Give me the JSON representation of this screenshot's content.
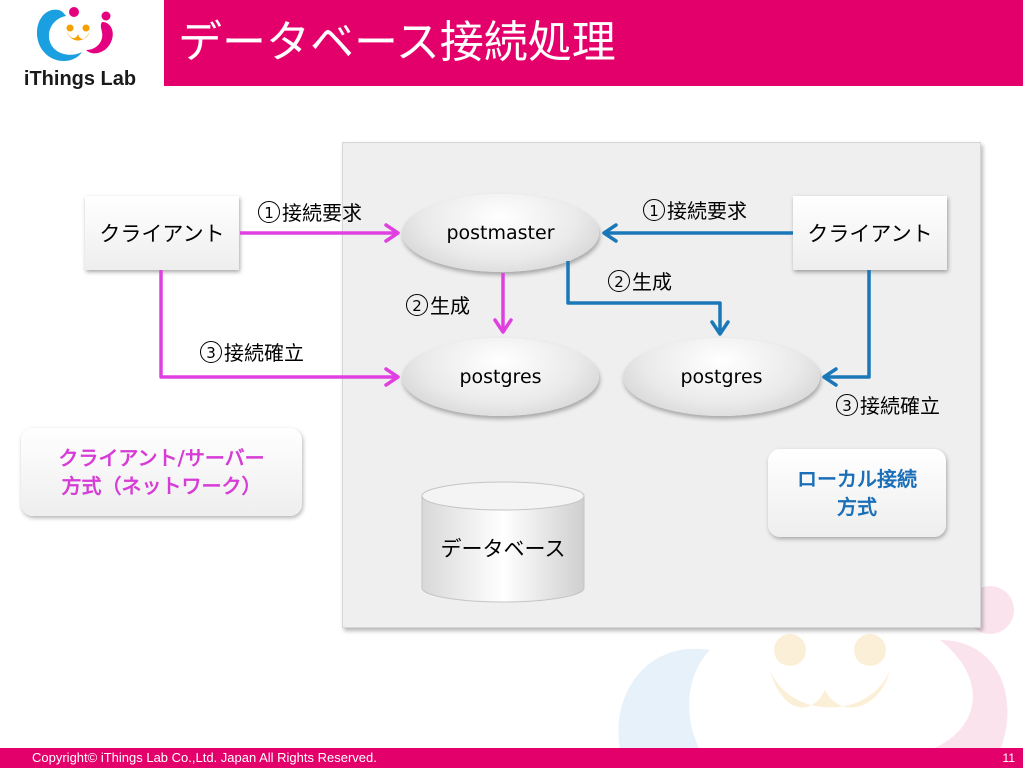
{
  "header": {
    "logo_text": "iThings Lab",
    "title": "データベース接続処理"
  },
  "diagram": {
    "client_left": "クライアント",
    "client_right": "クライアント",
    "postmaster": "postmaster",
    "postgres_left": "postgres",
    "postgres_right": "postgres",
    "database": "データベース",
    "step1_num": "1",
    "step1_text": "接続要求",
    "step2_num": "2",
    "step2_text": "生成",
    "step3_num": "3",
    "step3_text": "接続確立",
    "mode_network_line1": "クライアント/サーバー",
    "mode_network_line2": "方式（ネットワーク）",
    "mode_local_line1": "ローカル接続",
    "mode_local_line2": "方式"
  },
  "footer": {
    "copyright": "Copyright© iThings Lab Co.,Ltd. Japan All Rights Reserved.",
    "page_number": "11"
  },
  "colors": {
    "brand_pink": "#e4006b",
    "network_arrow": "#e040e0",
    "local_arrow": "#1a78b8",
    "network_text": "#d63cd6",
    "local_text": "#1a6fb8"
  }
}
